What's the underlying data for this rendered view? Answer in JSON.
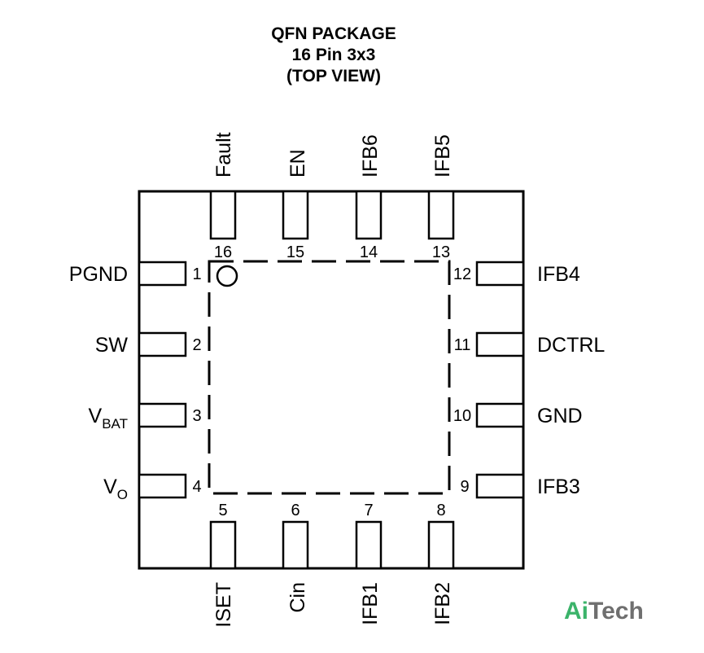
{
  "title": {
    "line1": "QFN PACKAGE",
    "line2": "16 Pin 3x3",
    "line3": "(TOP VIEW)"
  },
  "pins": {
    "top": [
      {
        "name": "Fault",
        "number": "16"
      },
      {
        "name": "EN",
        "number": "15"
      },
      {
        "name": "IFB6",
        "number": "14"
      },
      {
        "name": "IFB5",
        "number": "13"
      }
    ],
    "left": [
      {
        "name": "PGND",
        "number": "1"
      },
      {
        "name": "SW",
        "number": "2"
      },
      {
        "name": "V",
        "sub": "BAT",
        "number": "3"
      },
      {
        "name": "V",
        "sub": "O",
        "number": "4"
      }
    ],
    "right": [
      {
        "name": "IFB4",
        "number": "12"
      },
      {
        "name": "DCTRL",
        "number": "11"
      },
      {
        "name": "GND",
        "number": "10"
      },
      {
        "name": "IFB3",
        "number": "9"
      }
    ],
    "bottom": [
      {
        "name": "ISET",
        "number": "5"
      },
      {
        "name": "Cin",
        "number": "6"
      },
      {
        "name": "IFB1",
        "number": "7"
      },
      {
        "name": "IFB2",
        "number": "8"
      }
    ]
  },
  "logo": {
    "part1": "Ai",
    "part2": "Tech"
  },
  "colors": {
    "logo_green": "#3bb36a",
    "logo_gray": "#6f6f6f"
  }
}
